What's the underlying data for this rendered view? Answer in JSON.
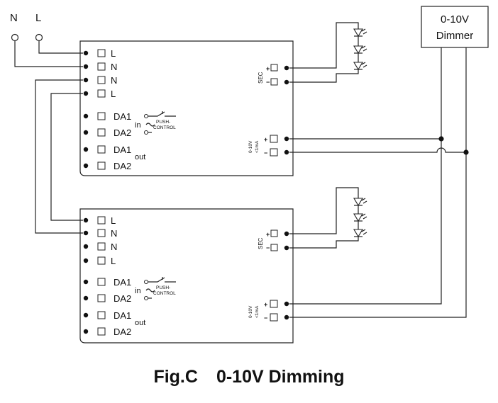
{
  "supply": {
    "n_label": "N",
    "l_label": "L"
  },
  "dimmer": {
    "line1": "0-10V",
    "line2": "Dimmer"
  },
  "driver": {
    "terminals": [
      "L",
      "N",
      "N",
      "L"
    ],
    "da_in": [
      "DA1",
      "DA2"
    ],
    "da_out": [
      "DA1",
      "DA2"
    ],
    "in_label": "in",
    "out_label": "out",
    "push_line1": "PUSH-",
    "push_line2": "CONTROL",
    "sec_label": "SEC",
    "plus": "+",
    "minus": "−",
    "dim_label_1": "0-10V",
    "dim_label_2": "<1mA"
  },
  "caption": {
    "fig": "Fig.C",
    "title": "0-10V Dimming"
  }
}
